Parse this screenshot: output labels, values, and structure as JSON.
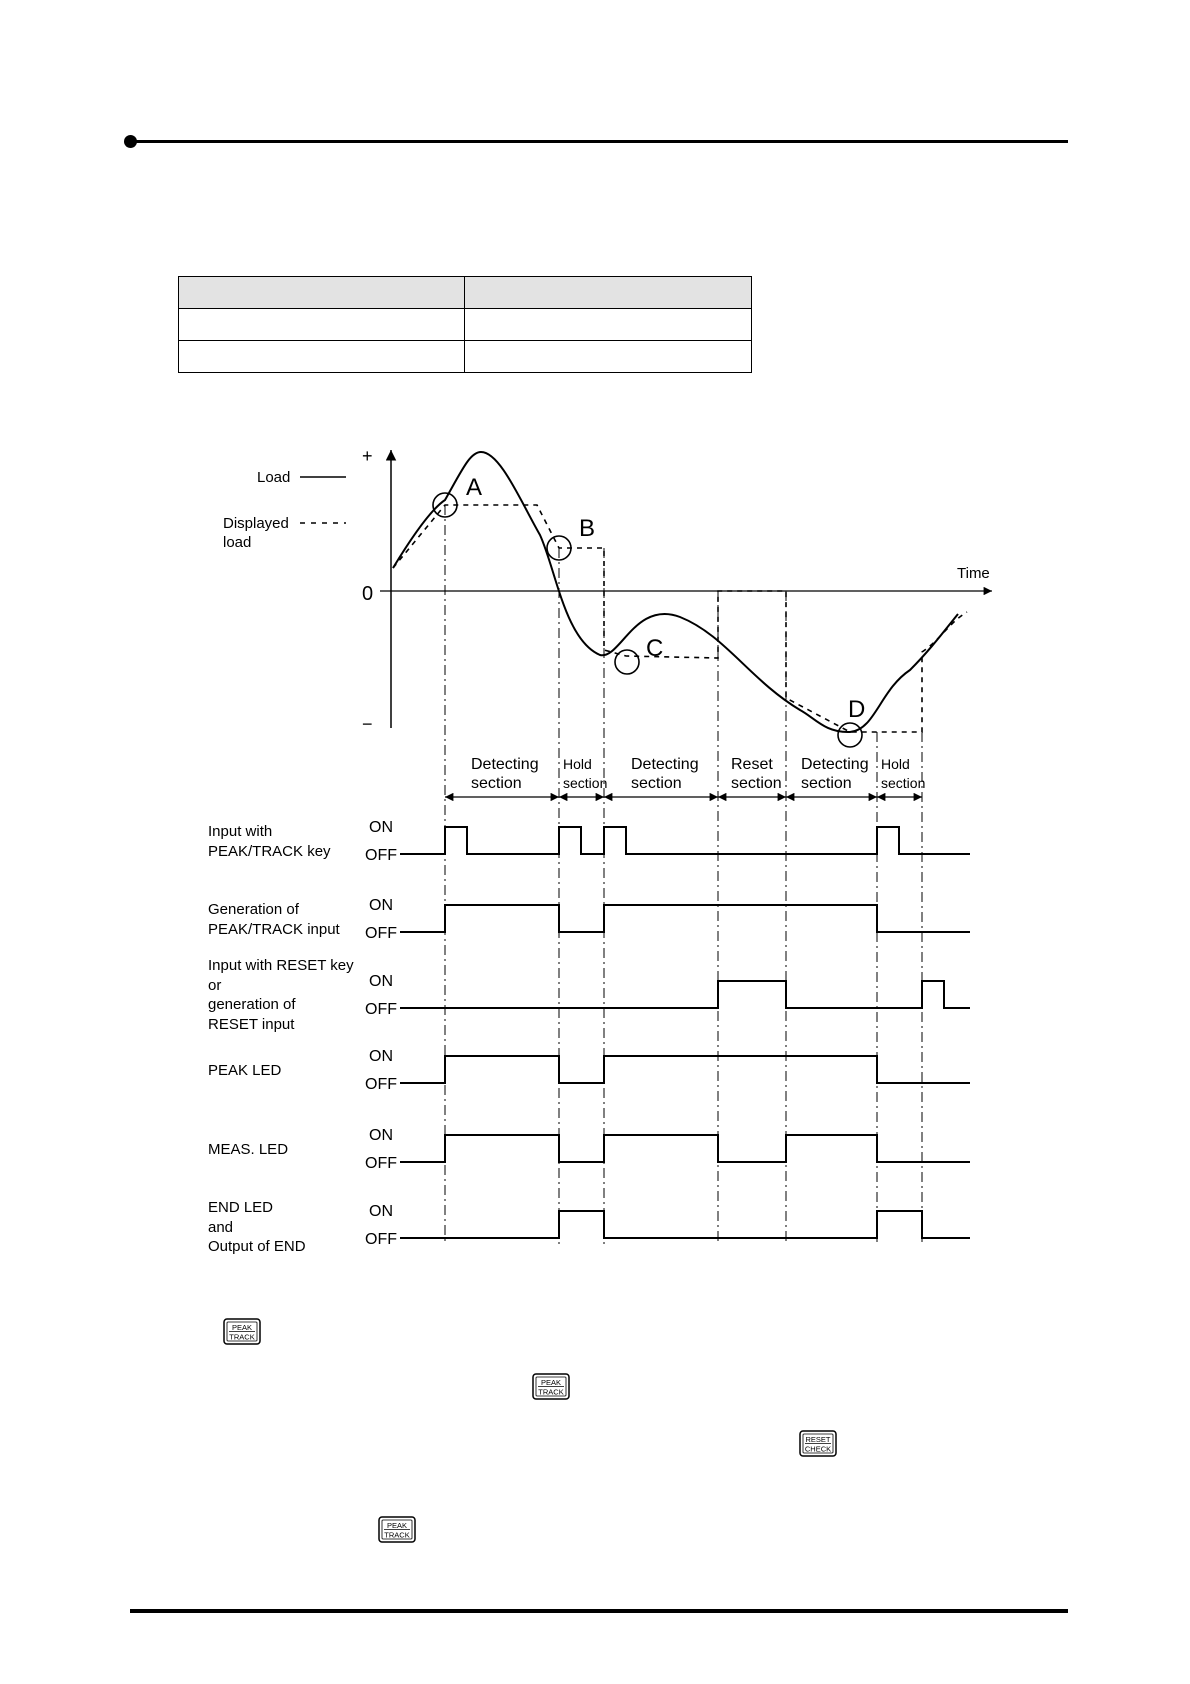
{
  "diagram": {
    "axis": {
      "plus": "+",
      "minus": "−",
      "zero": "0",
      "time": "Time"
    },
    "legend": {
      "load": "Load",
      "displayed_line1": "Displayed",
      "displayed_line2": "load"
    },
    "points": {
      "a": "A",
      "b": "B",
      "c": "C",
      "d": "D"
    },
    "sections": {
      "detecting": [
        "Detecting",
        "section"
      ],
      "hold": [
        "Hold",
        "section"
      ],
      "reset": [
        "Reset",
        "section"
      ]
    },
    "states": {
      "on": "ON",
      "off": "OFF"
    },
    "signals": [
      {
        "id": "peak-track-key",
        "lines": [
          "Input with",
          "PEAK/TRACK key"
        ]
      },
      {
        "id": "peak-track-input",
        "lines": [
          "Generation of",
          "PEAK/TRACK input"
        ]
      },
      {
        "id": "reset-input",
        "lines": [
          "Input with RESET key",
          "or",
          "generation of",
          "RESET input"
        ]
      },
      {
        "id": "peak-led",
        "lines": [
          "PEAK LED"
        ]
      },
      {
        "id": "meas-led",
        "lines": [
          "MEAS. LED"
        ]
      },
      {
        "id": "end-led",
        "lines": [
          "END LED",
          "and",
          "Output of END"
        ]
      }
    ]
  },
  "keys": {
    "peak_track": {
      "top": "PEAK",
      "bottom": "TRACK"
    },
    "reset_check": {
      "top": "RESET",
      "bottom": "CHECK"
    }
  }
}
